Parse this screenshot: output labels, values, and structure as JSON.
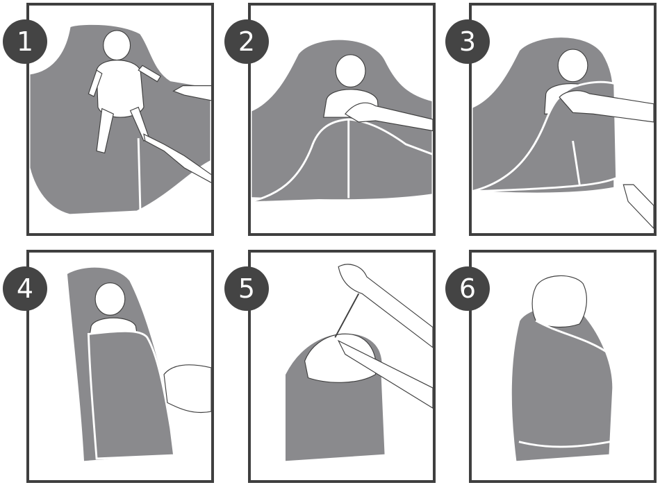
{
  "steps": [
    {
      "number": "1",
      "icon": "baby-on-blanket-illustration"
    },
    {
      "number": "2",
      "icon": "fold-side-over-illustration"
    },
    {
      "number": "3",
      "icon": "fold-other-side-illustration"
    },
    {
      "number": "4",
      "icon": "tuck-wrap-illustration"
    },
    {
      "number": "5",
      "icon": "pull-drawstring-illustration"
    },
    {
      "number": "6",
      "icon": "swaddled-baby-illustration"
    }
  ],
  "colors": {
    "fabric": "#8a8a8d",
    "border": "#3f3f3f",
    "badge": "#444444",
    "outline": "#ffffff"
  }
}
